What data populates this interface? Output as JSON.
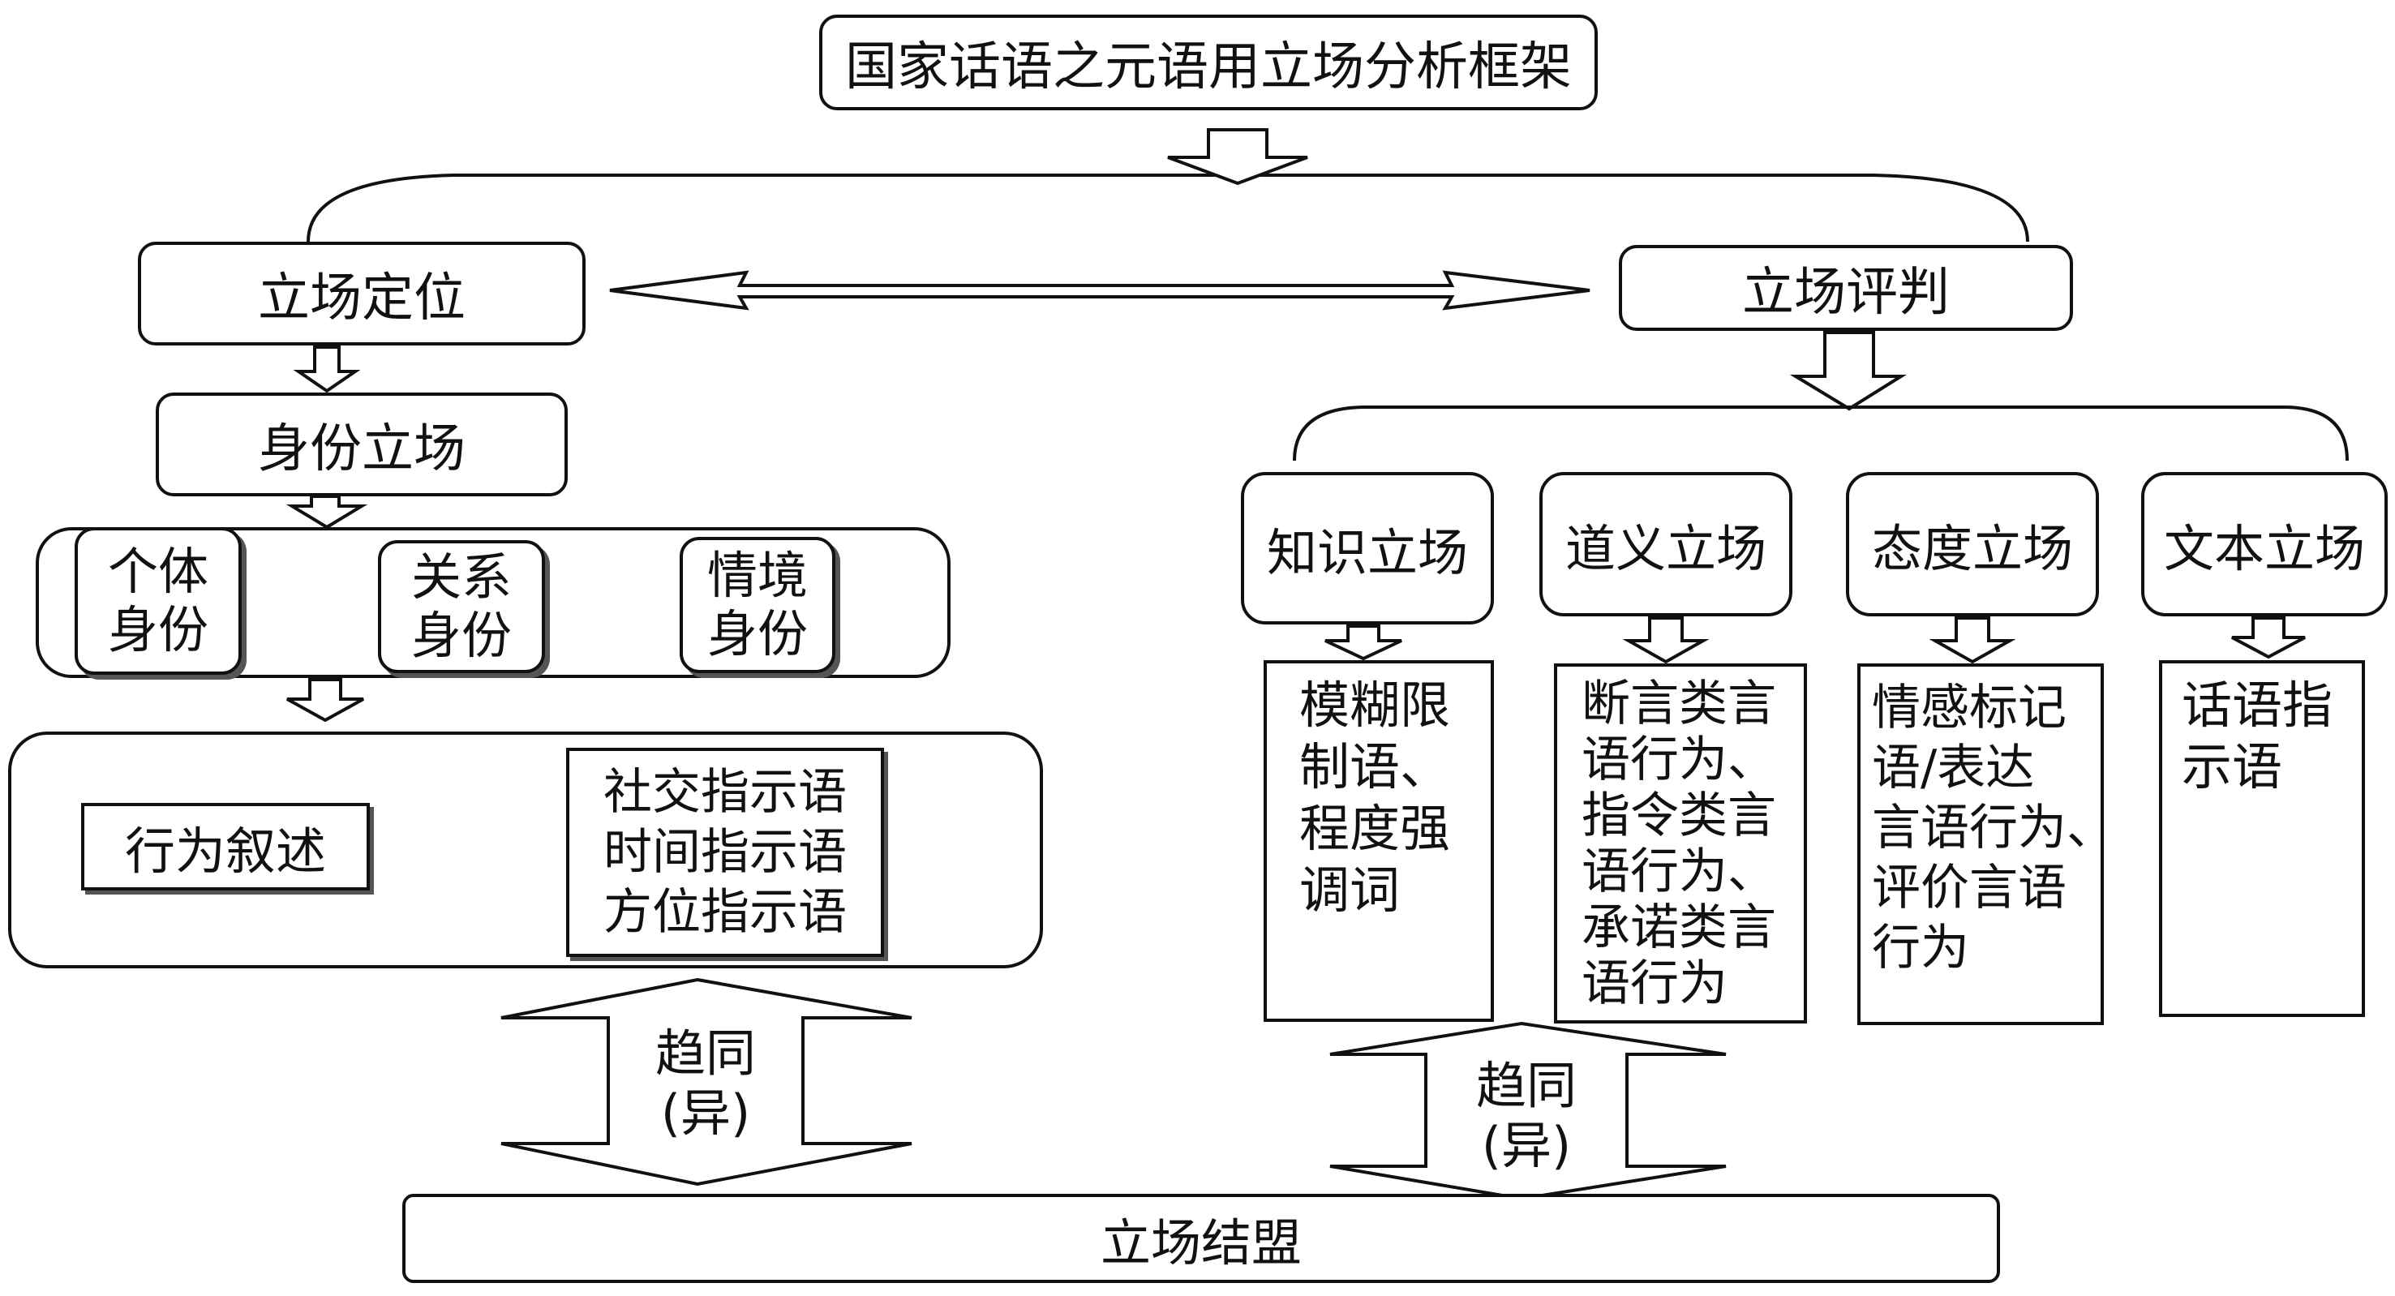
{
  "title": "国家话语之元语用立场分析框架",
  "left": {
    "positioning": "立场定位",
    "identity_stance": "身份立场",
    "identities": [
      "个体",
      "身份",
      "关系",
      "身份",
      "情境",
      "身份"
    ],
    "behavior_narration": "行为叙述",
    "deixis": [
      "社交指示语",
      "时间指示语",
      "方位指示语"
    ]
  },
  "right": {
    "evaluation": "立场评判",
    "categories": [
      "知识立场",
      "道义立场",
      "态度立场",
      "文本立场"
    ],
    "knowledge_items": [
      "模糊限",
      "制语、",
      "程度强",
      "调词"
    ],
    "deontic_items": [
      "断言类言",
      "语行为、",
      "指令类言",
      "语行为、",
      "承诺类言",
      "语行为"
    ],
    "attitude_items": [
      "情感标记",
      "语/表达",
      "言语行为、",
      "评价言语",
      "行为"
    ],
    "text_items": [
      "话语指",
      "示语"
    ]
  },
  "converge_left": [
    "趋同",
    "(异)"
  ],
  "converge_right": [
    "趋同",
    "(异)"
  ],
  "alliance": "立场结盟"
}
